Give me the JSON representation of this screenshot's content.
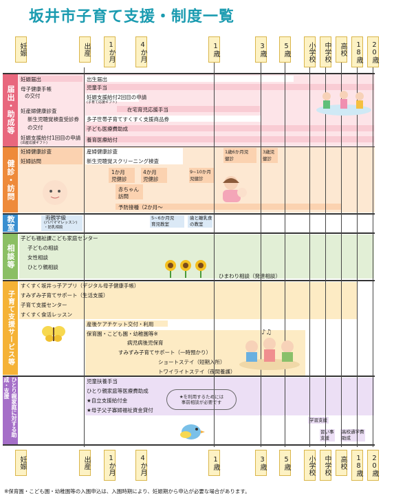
{
  "title": "坂井市子育て支援・制度一覧",
  "axis": [
    "妊娠",
    "出産",
    "1か月",
    "4か月",
    "1歳",
    "3歳",
    "5歳",
    "小学校",
    "中学校",
    "高校",
    "18歳",
    "20歳"
  ],
  "categories": {
    "birth": "届出・助成等",
    "checkup": "健診・訪問",
    "class": "教室",
    "consult": "相談等",
    "services": "子育て支援サービス等",
    "single": "ひとり親家庭に対する助成・支援"
  },
  "birth": {
    "pregnancy_report": "妊娠届出",
    "handbook_1": "母子健康手帳",
    "handbook_2": "の交付",
    "checkup_voucher": "妊産婦健康診査",
    "newborn_hearing_1": "新生児聴覚検査受診券",
    "newborn_hearing_2": "の交付",
    "pregnancy_support": "妊娠支援給付1回目の申請",
    "pregnancy_support_note": "(出産応援ギフト)",
    "birth_report": "出生届出",
    "child_allowance": "児童手当",
    "pregnancy_support2": "妊娠支援給付2回目の申請",
    "pregnancy_support2_note": "(子育て応援ギフト)",
    "home_childcare": "在宅育児応援手当",
    "multi_child": "多子世帯子育てすくすく支援商品券",
    "medical_aid": "子ども医療費助成",
    "nurture_medical": "養育医療給付"
  },
  "checkup": {
    "maternal_checkup": "妊婦健康診査",
    "maternal_visit": "妊婦訪問",
    "postpartum_checkup": "産婦健康診査",
    "newborn_hearing": "新生児聴覚スクリーニング検査",
    "one_month_1": "1か月",
    "one_month_2": "児健診",
    "four_month_1": "4か月",
    "four_month_2": "児健診",
    "nine_month_1": "9~10か月",
    "nine_month_2": "児健診",
    "eighteen_month_1": "1歳6か月児",
    "eighteen_month_2": "健診",
    "three_year_1": "3歳児",
    "three_year_2": "健診",
    "baby_visit_1": "赤ちゃん",
    "baby_visit_2": "訪問",
    "vaccination": "予防接種（2か月～"
  },
  "classes": {
    "parent_class_1": "両親学級",
    "parent_class_2": "(パパママレッスン)",
    "parent_class_3": "・訪乳相談",
    "infant_class_1": "5~6か月児",
    "infant_class_2": "育児教室",
    "teeth_class_1": "歯と離乳食",
    "teeth_class_2": "の教室"
  },
  "consult": {
    "center": "子ども福祉課こども家庭センター",
    "child_consult": "子どもの相談",
    "women_consult": "女性相談",
    "single_consult": "ひとり親相談",
    "himawari": "ひまわり相談（発達相談）"
  },
  "services": {
    "app": "すくすく坂井っ子アプリ（デジタル母子健康手帳）",
    "sumizumi": "すみずみ子育てサポート（生活支援）",
    "support_center": "子育て支援センター",
    "food_lesson": "すくすく食活レッスン",
    "postnatal_ticket": "産後ケアチケット交付・利用",
    "nursery": "保育園・こども園・幼稚園等※",
    "sick_child": "病児病後児保育",
    "sumizumi_temp": "すみずみ子育てサポート（一時預かり）",
    "short_stay": "ショートステイ（短期入所）",
    "twilight": "トワイライトステイ（夜間養護）"
  },
  "single": {
    "child_support": "児童扶養手当",
    "single_medical": "ひとり親家庭等医療費助成",
    "independence": "★自立支援給付金",
    "loan": "★母子父子寡婦福祉資金貸付",
    "note_1": "★を利用するためには",
    "note_2": "事前相談が必要です",
    "study_support": "学習支援",
    "lesson_support_1": "習い事",
    "lesson_support_2": "支援",
    "high_school_1": "高校通学費",
    "high_school_2": "助成"
  },
  "footnote": "※保育園・こども園・幼稚園等の入園申込は、入園時期により、妊娠期から申込が必要な場合があります。",
  "colors": {
    "title": "#1a9bb0",
    "birth": "#e8677d",
    "checkup": "#ee8a3a",
    "class": "#3a8fd0",
    "consult": "#8bbf64",
    "services": "#f5b236",
    "single": "#a56fc8"
  },
  "icons": [
    "children-illustration",
    "baby-illustration",
    "mother-baby-illustration",
    "sunflower-illustration",
    "butterfly-illustration",
    "music-children-illustration",
    "bird-illustration"
  ]
}
